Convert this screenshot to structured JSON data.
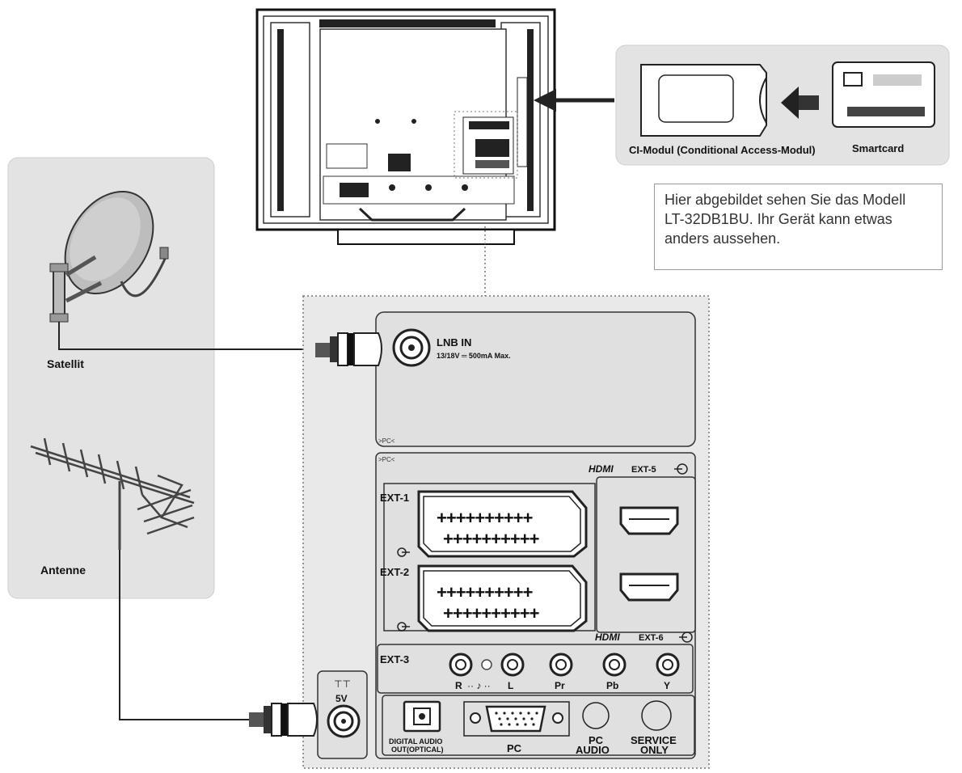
{
  "labels": {
    "satellite": "Satellit",
    "antenna": "Antenne",
    "ci_module": "CI-Modul (Conditional Access-Modul)",
    "smartcard": "Smartcard",
    "lnb_in": "LNB IN",
    "lnb_spec": "13/18V ═ 500mA Max.",
    "pc_tag_1": ">PC<",
    "pc_tag_2": ">PC<",
    "hdmi_1": "HDMI",
    "hdmi_2": "HDMI",
    "ext5": "EXT-5",
    "ext6": "EXT-6",
    "ext1": "EXT-1",
    "ext2": "EXT-2",
    "ext3": "EXT-3",
    "rca_r": "R",
    "rca_l": "L",
    "rca_pr": "Pr",
    "rca_pb": "Pb",
    "rca_y": "Y",
    "antenna_port_symbol": "⊤⊤",
    "antenna_port_voltage": "5V",
    "digital_audio_1": "DIGITAL AUDIO",
    "digital_audio_2": "OUT(OPTICAL)",
    "pc": "PC",
    "pc_audio_1": "PC",
    "pc_audio_2": "AUDIO",
    "service_1": "SERVICE",
    "service_2": "ONLY",
    "scart_pins": "++++++++++"
  },
  "note": {
    "line1": "Hier abgebildet sehen Sie das Modell",
    "line2": "LT-32DB1BU. Ihr Gerät kann etwas",
    "line3": "anders aussehen."
  },
  "colors": {
    "panel_fill": "#e9e9e9",
    "dark": "#1e1e1e",
    "side_panel": "#e3e3e3"
  }
}
